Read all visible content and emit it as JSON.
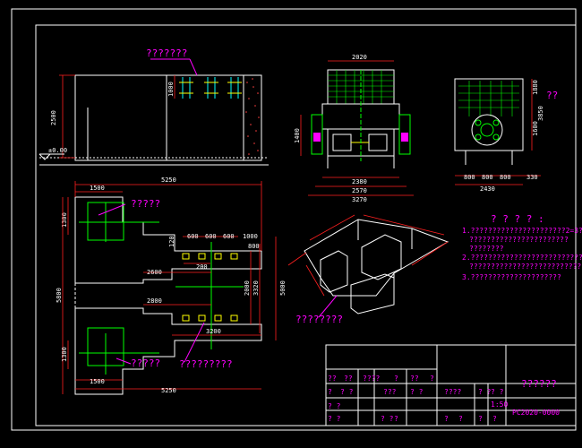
{
  "labels": {
    "elev_section_title": "???????",
    "plan_label_top": "?????",
    "plan_label_bottom": "?????",
    "plan_label_center": "?????????",
    "iso_label": "????????",
    "tech_title": "? ? ? ? :",
    "tech_line1": "1.??????????????????????2=3???",
    "tech_line1b": "???????????????????????",
    "tech_line1c": "????????",
    "tech_line2": "2.????????????????????????????",
    "tech_line2b": "??????????????????????????",
    "tech_line3": "3.?????????????????????",
    "side_view_label": "??"
  },
  "dims": {
    "e_2500": "2500",
    "e_1000": "1000",
    "e_elev": "±0.00",
    "fr_2020": "2020",
    "fr_2380": "2380",
    "fr_2570": "2570",
    "fr_3270": "3270",
    "fr_left": "1400",
    "sd_1880": "1880",
    "sd_3850": "3850",
    "sd_1600": "1600",
    "sd_800a": "800",
    "sd_800b": "800",
    "sd_800c": "800",
    "sd_330": "330",
    "sd_2430": "2430",
    "p_1500t": "1500",
    "p_5250t": "5250",
    "p_1300t": "1300",
    "p_120": "120",
    "p_600a": "600",
    "p_600b": "600",
    "p_600c": "600",
    "p_1000": "1000",
    "p_800": "800",
    "p_2600": "2600",
    "p_200": "200",
    "p_2000": "2000",
    "p_3320": "3320",
    "p_5000": "5000",
    "p_5800": "5800",
    "p_2800": "2800",
    "p_3200": "3200",
    "p_1300b": "1300",
    "p_1500b": "1500",
    "p_5250b": "5250"
  },
  "title_block": {
    "drawing_name": "??????",
    "drawing_code": "PC2020-0000",
    "scale": "1:50",
    "c1": "??",
    "c2": "??",
    "c3": "????",
    "c4": "?",
    "c5": "??",
    "c6": "?",
    "c7": "?",
    "c8": "???",
    "c9": "? ?",
    "c10": "? ?",
    "c11": "????",
    "c12": "? ?",
    "c13": "? ?",
    "c14": "? ?",
    "c15": "? ?",
    "c16": "? ?",
    "c17": "?",
    "c18": "?",
    "c19": "?",
    "c20": "?",
    "c21": "?"
  }
}
